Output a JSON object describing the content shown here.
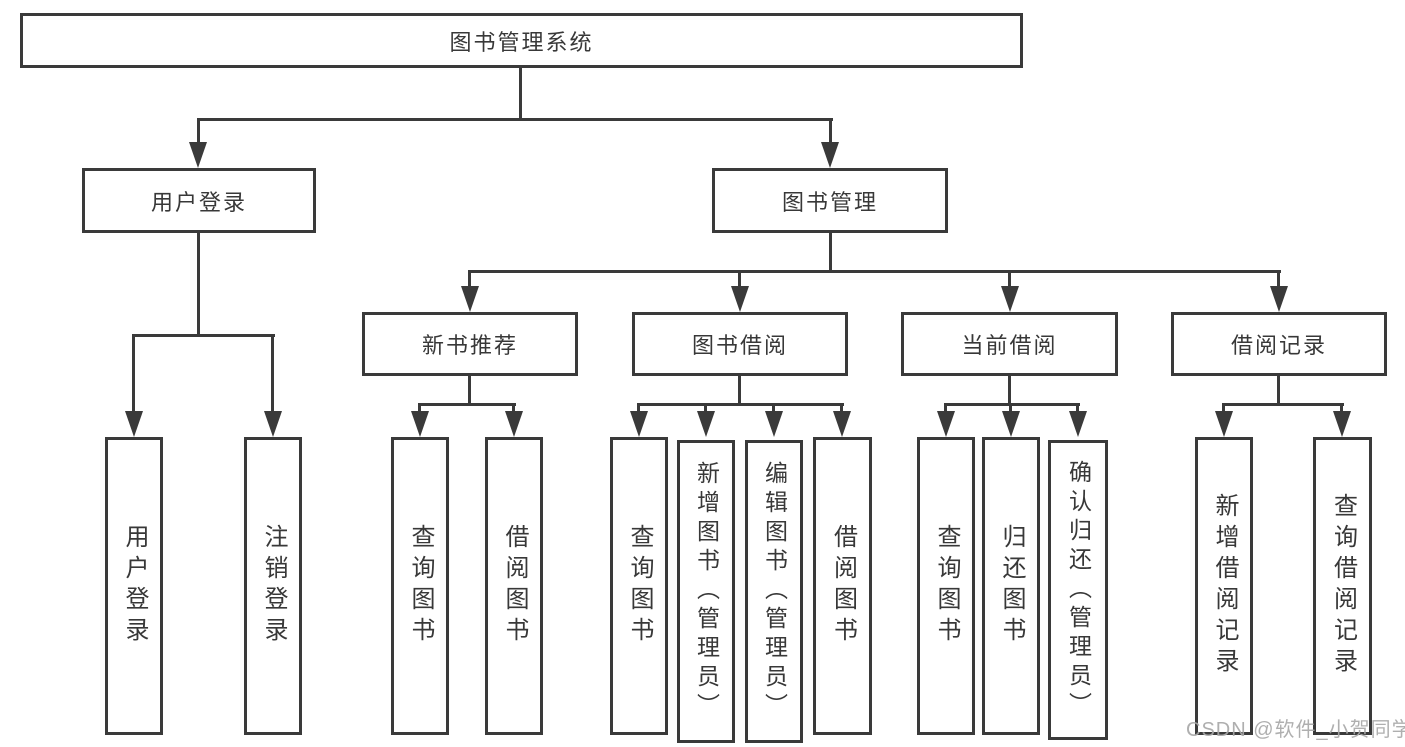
{
  "diagram_type": "hierarchy-tree",
  "colors": {
    "line": "#3a3a3a",
    "text": "#383838",
    "background": "#ffffff",
    "watermark": "#a8a8a8"
  },
  "tree": {
    "label": "图书管理系统",
    "children": [
      {
        "label": "用户登录",
        "children": [
          {
            "label": "用户登录",
            "children": []
          },
          {
            "label": "注销登录",
            "children": []
          }
        ]
      },
      {
        "label": "图书管理",
        "children": [
          {
            "label": "新书推荐",
            "children": [
              {
                "label": "查询图书",
                "children": []
              },
              {
                "label": "借阅图书",
                "children": []
              }
            ]
          },
          {
            "label": "图书借阅",
            "children": [
              {
                "label": "查询图书",
                "children": []
              },
              {
                "label": "新增图书（管理员）",
                "children": []
              },
              {
                "label": "编辑图书（管理员）",
                "children": []
              },
              {
                "label": "借阅图书",
                "children": []
              }
            ]
          },
          {
            "label": "当前借阅",
            "children": [
              {
                "label": "查询图书",
                "children": []
              },
              {
                "label": "归还图书",
                "children": []
              },
              {
                "label": "确认归还（管理员）",
                "children": []
              }
            ]
          },
          {
            "label": "借阅记录",
            "children": [
              {
                "label": "新增借阅记录",
                "children": []
              },
              {
                "label": "查询借阅记录",
                "children": []
              }
            ]
          }
        ]
      }
    ]
  },
  "watermark": {
    "text": "CSDN @软件_小贺同学"
  }
}
